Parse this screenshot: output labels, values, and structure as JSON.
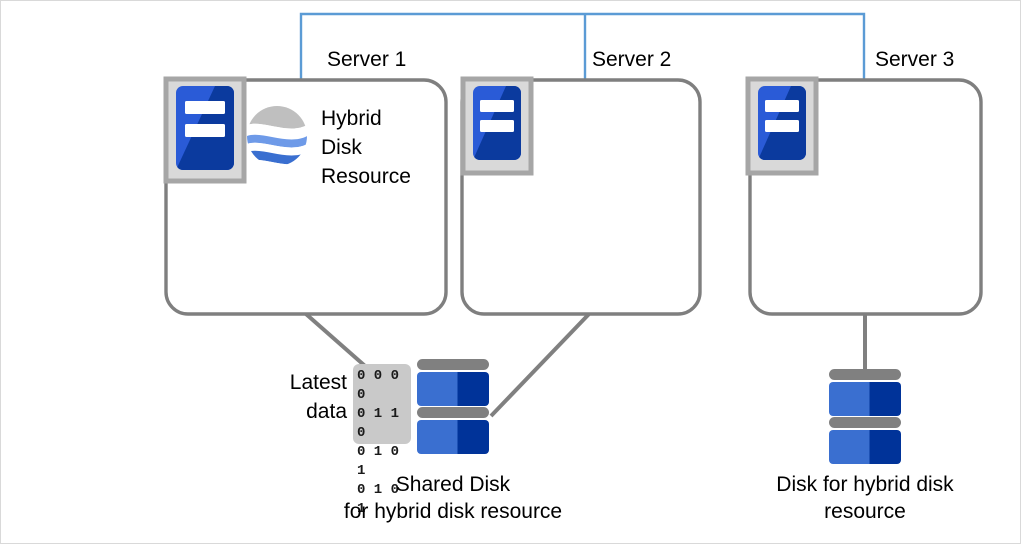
{
  "diagram": {
    "title_hidden": "",
    "colors": {
      "network_line": "#5b9bd5",
      "box_border": "#7f7f7f",
      "connector": "#808080",
      "icon_frame": "#a6a6a6",
      "icon_inner": "#d9d9d9",
      "blue_light": "#3a6fd0",
      "blue_mid": "#2a5bd7",
      "blue_dark": "#003399",
      "logo_gray": "#bfbfbf",
      "logo_light_blue": "#6e9ae8",
      "logo_mid_blue": "#3a6fd0",
      "logo_dark_blue": "#0b3a9e",
      "canvas_border": "#d9d9d9",
      "text": "#000000"
    },
    "servers": [
      {
        "id": "server-1",
        "label": "Server 1"
      },
      {
        "id": "server-2",
        "label": "Server 2"
      },
      {
        "id": "server-3",
        "label": "Server 3"
      }
    ],
    "resource": {
      "label": "Hybrid\nDisk\nResource",
      "icon": "hybrid-disk-resource-logo"
    },
    "latest_data": {
      "label": "Latest\ndata"
    },
    "binary_block": {
      "rows": [
        "0 0 0 0",
        "0 1 1 0",
        "0 1 0 1",
        "0 1 0 1"
      ]
    },
    "shared_disk": {
      "caption": "Shared Disk\nfor hybrid disk resource"
    },
    "server3_disk": {
      "caption": "Disk for hybrid disk\nresource"
    }
  }
}
